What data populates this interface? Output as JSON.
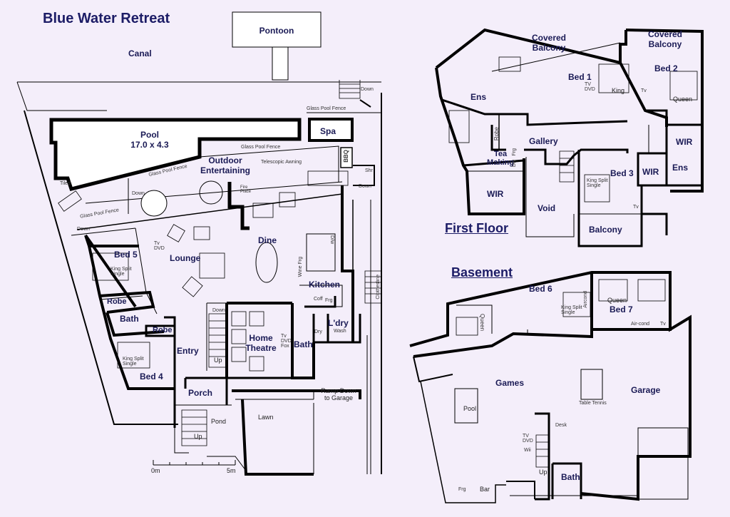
{
  "title": "Blue Water Retreat",
  "headings": {
    "first_floor": "First Floor",
    "basement": "Basement"
  },
  "ground": {
    "pontoon": "Pontoon",
    "canal": "Canal",
    "down1": "Down",
    "glass_pool_fence1": "Glass Pool Fence",
    "pool": "Pool",
    "pool_size": "17.0 x 4.3",
    "spa": "Spa",
    "glass_pool_fence2": "Glass Pool Fence",
    "outdoor1": "Outdoor",
    "outdoor2": "Entertaining",
    "glass_pool_fence3": "Glass Pool Fence",
    "telescopic_awning": "Telescopic Awning",
    "bbq": "BBQ",
    "shr": "Shr",
    "down2": "Down",
    "tiled": "Tiled",
    "down3": "Down",
    "glass_pool_fence4": "Glass Pool Fence",
    "down4": "Down",
    "fire_place": "Fire Place",
    "tv_dvd": "Tv DVD",
    "lounge": "Lounge",
    "dine": "Dine",
    "bed5": "Bed 5",
    "king_split_single": "King Split Single",
    "robe1": "Robe",
    "bath1": "Bath",
    "robe2": "Robe",
    "kitchen": "Kitchen",
    "wine_frg": "Wine Frg",
    "dw": "D/w",
    "coff": "Coff",
    "frg": "Frg",
    "clothesline": "Clothesline",
    "down5": "Down",
    "home1": "Home",
    "home2": "Theatre",
    "tv_dvd_fox": "Tv DVD Fox",
    "bath2": "Bath",
    "ldry": "L'dry",
    "dry": "Dry",
    "wash": "Wash",
    "entry": "Entry",
    "up1": "Up",
    "king_split_single2": "King Split Single",
    "bed4": "Bed 4",
    "ramp1": "Ramp Down",
    "ramp2": "to Garage",
    "porch": "Porch",
    "pond": "Pond",
    "lawn": "Lawn",
    "up2": "Up",
    "scale0": "0m",
    "scale5": "5m"
  },
  "first": {
    "covered_balcony1": "Covered",
    "covered_balcony1b": "Balcony",
    "covered_balcony2": "Covered",
    "covered_balcony2b": "Balcony",
    "bed1": "Bed 1",
    "tv_dvd": "TV DVD",
    "king": "King",
    "bed2": "Bed 2",
    "tv": "Tv",
    "queen": "Queen",
    "ens1": "Ens",
    "robe": "Robe",
    "gallery": "Gallery",
    "wir1": "WIR",
    "tea1": "Tea",
    "tea2": "Making",
    "dw": "Dw",
    "frg": "Frg",
    "bed3": "Bed 3",
    "wir2": "WIR",
    "ens2": "Ens",
    "wir3": "WIR",
    "king_split_single": "King Split Single",
    "void": "Void",
    "tv2": "Tv",
    "balcony": "Balcony"
  },
  "basement": {
    "bed6": "Bed 6",
    "queen1": "Queen",
    "king_split_single": "King Split Single",
    "queen2": "Queen",
    "bed7": "Bed 7",
    "air_cond": "Air-cond",
    "tv": "Tv",
    "aircond_v": "Aircond",
    "games": "Games",
    "garage": "Garage",
    "pool": "Pool",
    "table_tennis": "Table Tennis",
    "desk": "Desk",
    "tv_dvd": "TV DVD",
    "wii": "Wii",
    "up": "Up",
    "bath": "Bath",
    "frg": "Frg",
    "bar": "Bar"
  }
}
